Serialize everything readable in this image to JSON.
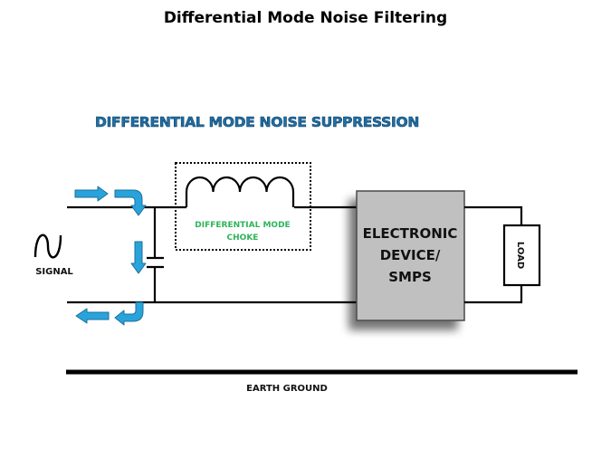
{
  "page": {
    "title": "Differential Mode Noise Filtering"
  },
  "diagram": {
    "heading": "DIFFERENTIAL MODE NOISE SUPPRESSION",
    "choke": {
      "label_line1": "DIFFERENTIAL MODE",
      "label_line2": "CHOKE"
    },
    "device": {
      "label_line1": "ELECTRONIC",
      "label_line2": "DEVICE/",
      "label_line3": "SMPS"
    },
    "load": {
      "label": "LOAD"
    },
    "signal": {
      "label": "SIGNAL",
      "icon": "sine-wave-icon"
    },
    "ground": {
      "label": "EARTH GROUND"
    },
    "colors": {
      "arrow": "#2aa3dc",
      "arrow_outline": "#1b6f99",
      "heading": "#1f6fa8",
      "choke_label": "#2fb35a",
      "device_fill": "#c0c0c0",
      "wire": "#000000"
    }
  }
}
